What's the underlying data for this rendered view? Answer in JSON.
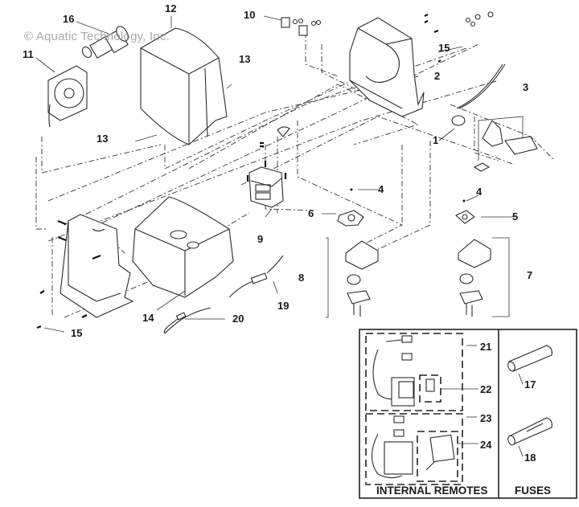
{
  "watermark": "© Aquatic Technology, Inc.",
  "callouts": {
    "c1": "1",
    "c2": "2",
    "c3": "3",
    "c4a": "4",
    "c4b": "4",
    "c5": "5",
    "c6": "6",
    "c7": "7",
    "c8": "8",
    "c9": "9",
    "c10": "10",
    "c11": "11",
    "c12": "12",
    "c13a": "13",
    "c13b": "13",
    "c14": "14",
    "c15a": "15",
    "c15b": "15",
    "c16": "16",
    "c17": "17",
    "c18": "18",
    "c19": "19",
    "c20": "20",
    "c21": "21",
    "c22": "22",
    "c23": "23",
    "c24": "24"
  },
  "panels": {
    "internal_remotes": "INTERNAL REMOTES",
    "fuses": "FUSES"
  },
  "colors": {
    "line": "#2a2a2a",
    "watermark": "#9a9a9a"
  }
}
